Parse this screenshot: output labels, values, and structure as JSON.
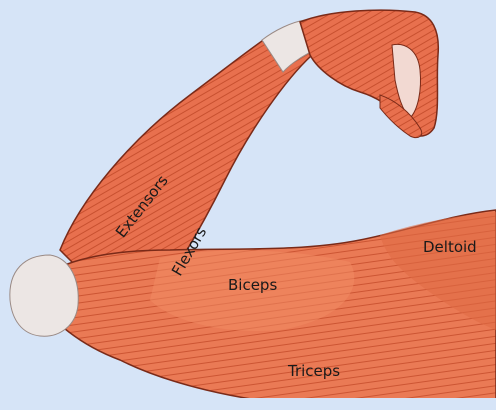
{
  "labels": {
    "extensors": "Extensors",
    "flexors": "Flexors",
    "biceps": "Biceps",
    "deltoid": "Deltoid",
    "triceps": "Triceps"
  },
  "colors": {
    "background": "#d6e4f7",
    "muscle": "#e8704e",
    "muscle_dark": "#c8502f",
    "tendon": "#ece6e4",
    "outline": "#7a2a18"
  }
}
